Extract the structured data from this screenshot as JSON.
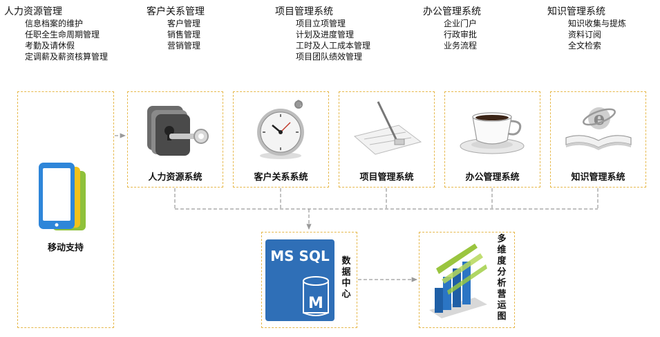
{
  "modules": [
    {
      "title": "人力资源管理",
      "items": [
        "信息档案的维护",
        "任职全生命周期管理",
        "考勤及请休假",
        "定调薪及薪资核算管理"
      ]
    },
    {
      "title": "客户关系管理",
      "items": [
        "客户管理",
        "销售管理",
        "营销管理"
      ]
    },
    {
      "title": "项目管理系统",
      "items": [
        "项目立项管理",
        "计划及进度管理",
        "工时及人工成本管理",
        "项目团队绩效管理"
      ]
    },
    {
      "title": "办公管理系统",
      "items": [
        "企业门户",
        "行政审批",
        "业务流程"
      ]
    },
    {
      "title": "知识管理系统",
      "items": [
        "知识收集与提炼",
        "资料订阅",
        "全文检索"
      ]
    }
  ],
  "mobile": {
    "label": "移动支持"
  },
  "systems": [
    {
      "label": "人力资源系统",
      "icon": "keys-icon"
    },
    {
      "label": "客户关系系统",
      "icon": "stopwatch-icon"
    },
    {
      "label": "项目管理系统",
      "icon": "drafting-pen-icon"
    },
    {
      "label": "办公管理系统",
      "icon": "coffee-cup-icon"
    },
    {
      "label": "知识管理系统",
      "icon": "book-ie-icon"
    }
  ],
  "datacenter": {
    "logo_text": "MS SQL",
    "db_letter": "M",
    "label": "数据中心"
  },
  "analysis": {
    "label": "多维度分析营运图"
  },
  "colors": {
    "border": "#e6b84a",
    "connector": "#9a9a9a",
    "sql_blue": "#2f6fb7",
    "chart_green": "#8fbf2a"
  }
}
